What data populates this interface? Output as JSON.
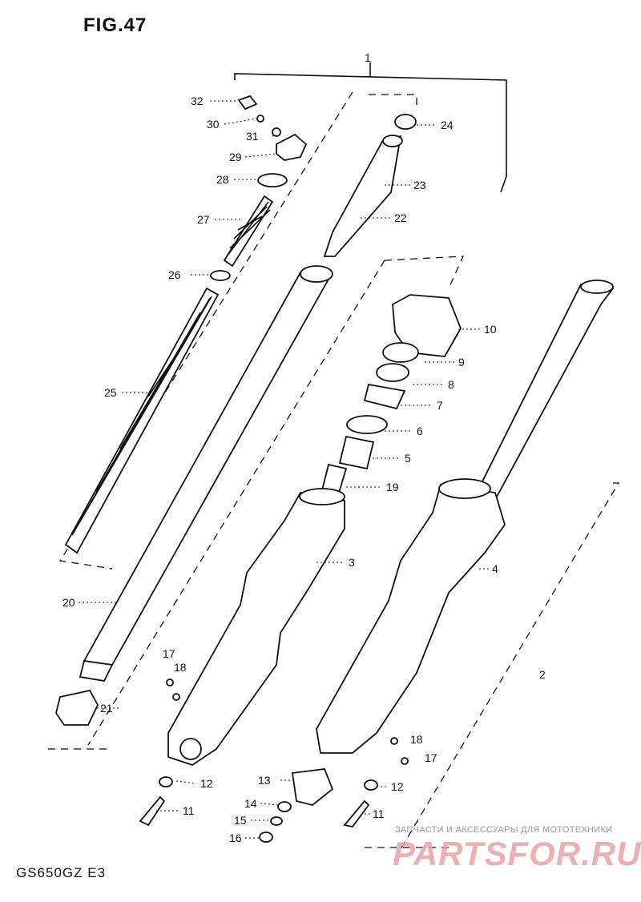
{
  "figure_title": "FIG.47",
  "model_code": "GS650GZ E3",
  "watermark": {
    "top_text": "ЗАПЧАСТИ И АКСЕССУАРЫ ДЛЯ МОТОТЕХНИКИ",
    "logo_text": "PARTSFOR.RU"
  },
  "part_labels": [
    "1",
    "2",
    "3",
    "4",
    "5",
    "6",
    "7",
    "8",
    "9",
    "10",
    "11",
    "11",
    "12",
    "12",
    "13",
    "14",
    "15",
    "16",
    "17",
    "17",
    "18",
    "18",
    "19",
    "20",
    "21",
    "22",
    "23",
    "24",
    "25",
    "26",
    "27",
    "28",
    "29",
    "30",
    "31",
    "32"
  ]
}
